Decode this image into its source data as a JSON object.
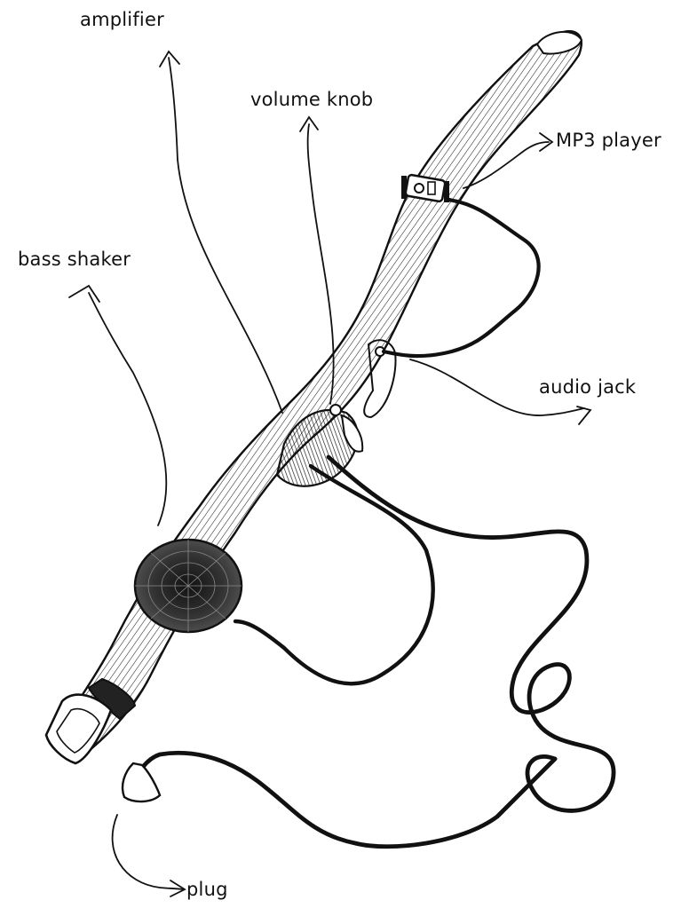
{
  "labels": {
    "amplifier": "amplifier",
    "volume_knob": "volume knob",
    "mp3_player": "MP3 player",
    "bass_shaker": "bass shaker",
    "audio_jack": "audio jack",
    "plug": "plug"
  },
  "colors": {
    "ink": "#111111",
    "paper": "#ffffff",
    "wood_shade": "#444444"
  }
}
